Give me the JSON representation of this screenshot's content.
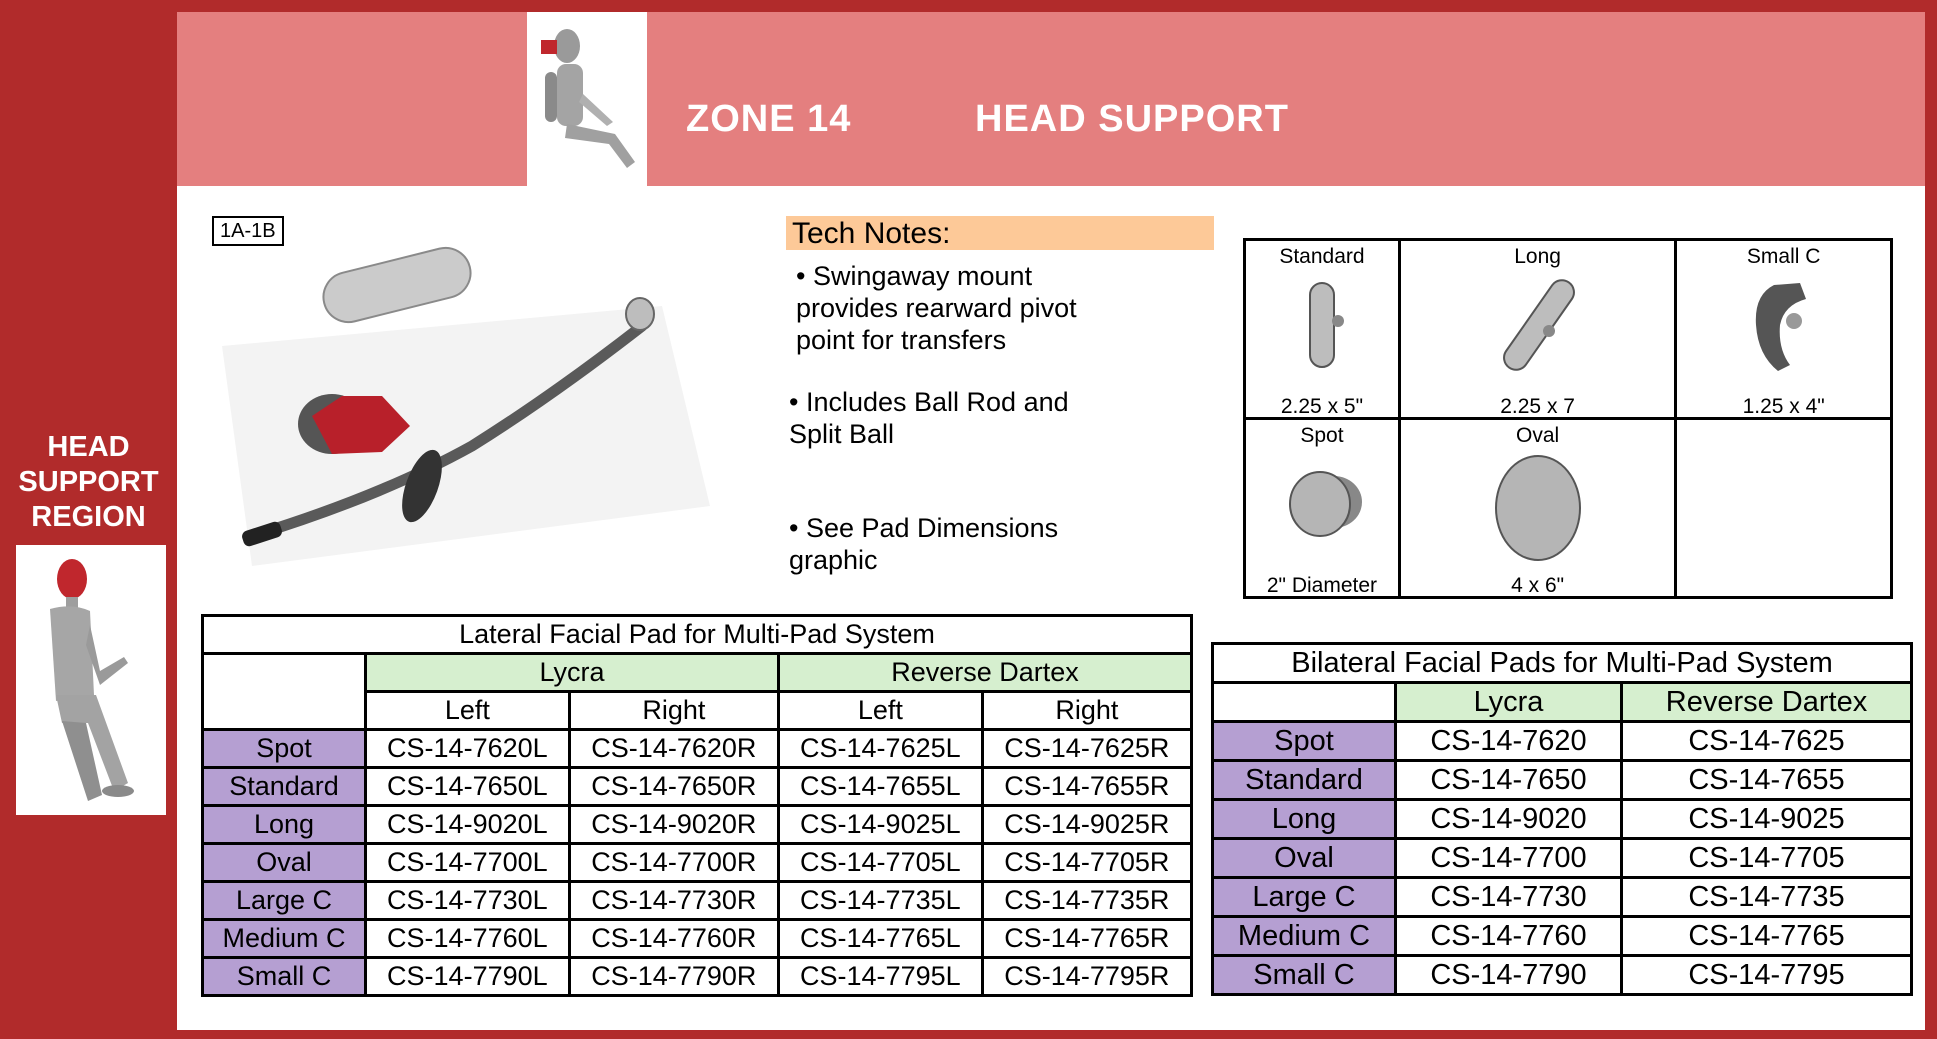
{
  "header": {
    "zone": "ZONE 14",
    "title": "HEAD SUPPORT"
  },
  "sidebar": {
    "region_label": "HEAD\nSUPPORT\nREGION"
  },
  "product": {
    "code": "1A-1B"
  },
  "tech_notes": {
    "title": "Tech Notes:",
    "items": [
      "• Swingaway mount\n  provides rearward pivot\n  point for transfers",
      "• Includes Ball Rod and\n  Split Ball",
      "• See Pad Dimensions\n  graphic"
    ]
  },
  "pads": [
    {
      "name": "Standard",
      "dim": "2.25 x 5\""
    },
    {
      "name": "Long",
      "dim": "2.25 x 7"
    },
    {
      "name": "Small C",
      "dim": "1.25 x 4\""
    },
    {
      "name": "Spot",
      "dim": "2\" Diameter"
    },
    {
      "name": "Oval",
      "dim": "4 x 6\""
    }
  ],
  "lateral_table": {
    "title": "Lateral Facial Pad for Multi-Pad System",
    "groups": [
      "Lycra",
      "Reverse Dartex"
    ],
    "sides": [
      "Left",
      "Right",
      "Left",
      "Right"
    ],
    "rows": [
      {
        "label": "Spot",
        "cells": [
          "CS-14-7620L",
          "CS-14-7620R",
          "CS-14-7625L",
          "CS-14-7625R"
        ]
      },
      {
        "label": "Standard",
        "cells": [
          "CS-14-7650L",
          "CS-14-7650R",
          "CS-14-7655L",
          "CS-14-7655R"
        ]
      },
      {
        "label": "Long",
        "cells": [
          "CS-14-9020L",
          "CS-14-9020R",
          "CS-14-9025L",
          "CS-14-9025R"
        ]
      },
      {
        "label": "Oval",
        "cells": [
          "CS-14-7700L",
          "CS-14-7700R",
          "CS-14-7705L",
          "CS-14-7705R"
        ]
      },
      {
        "label": "Large C",
        "cells": [
          "CS-14-7730L",
          "CS-14-7730R",
          "CS-14-7735L",
          "CS-14-7735R"
        ]
      },
      {
        "label": "Medium C",
        "cells": [
          "CS-14-7760L",
          "CS-14-7760R",
          "CS-14-7765L",
          "CS-14-7765R"
        ]
      },
      {
        "label": "Small C",
        "cells": [
          "CS-14-7790L",
          "CS-14-7790R",
          "CS-14-7795L",
          "CS-14-7795R"
        ]
      }
    ]
  },
  "bilateral_table": {
    "title": "Bilateral Facial Pads for Multi-Pad System",
    "groups": [
      "Lycra",
      "Reverse Dartex"
    ],
    "rows": [
      {
        "label": "Spot",
        "cells": [
          "CS-14-7620",
          "CS-14-7625"
        ]
      },
      {
        "label": "Standard",
        "cells": [
          "CS-14-7650",
          "CS-14-7655"
        ]
      },
      {
        "label": "Long",
        "cells": [
          "CS-14-9020",
          "CS-14-9025"
        ]
      },
      {
        "label": "Oval",
        "cells": [
          "CS-14-7700",
          "CS-14-7705"
        ]
      },
      {
        "label": "Large C",
        "cells": [
          "CS-14-7730",
          "CS-14-7735"
        ]
      },
      {
        "label": "Medium C",
        "cells": [
          "CS-14-7760",
          "CS-14-7765"
        ]
      },
      {
        "label": "Small C",
        "cells": [
          "CS-14-7790",
          "CS-14-7795"
        ]
      }
    ]
  },
  "colors": {
    "frame": "#b12b2b",
    "banner": "#e47f7f",
    "tech_notes_bg": "#fdc998",
    "row_header": "#b59fd2",
    "group_header": "#d6efcf"
  }
}
